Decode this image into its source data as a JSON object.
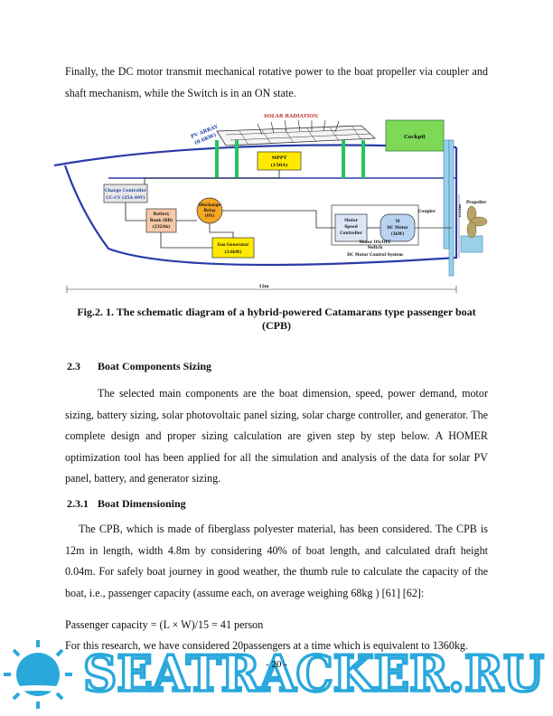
{
  "intro_text": "Finally, the DC motor transmit mechanical rotative power to the boat propeller via coupler and shaft mechanism, while the Switch is in an ON state.",
  "diagram": {
    "solar_radiation": "SOLAR RADIATION",
    "pv_array": [
      "PV ARRAY",
      "(0.6KW)"
    ],
    "cockpit": "Cockpit",
    "mppt": [
      "MPPT",
      "(150A)"
    ],
    "charge_controller": [
      "Charge Controller",
      "CC-CV (25A-49V)"
    ],
    "battery_bank": [
      "Battery",
      "Bank (BB)",
      "(232Ah)"
    ],
    "discharge_relay": [
      "Discharge",
      "Relay",
      "(0V)"
    ],
    "gas_generator": [
      "Gas Generator",
      "(3.6kW)"
    ],
    "motor_speed_controller": [
      "Motor",
      "Speed",
      "Controller"
    ],
    "dc_motor": [
      "M",
      "DC Motor",
      "(3kW)"
    ],
    "coupler": "Coupler",
    "propeller": "Propeller",
    "motor_switch": [
      "Motor ON/OFF",
      "Switch"
    ],
    "dc_motor_control_system": "DC Motor Control System",
    "length": "12m",
    "side_dim": "0.04m"
  },
  "caption": "Fig.2. 1. The schematic diagram of a hybrid-powered Catamarans type passenger boat (CPB)",
  "section_2_3": {
    "number": "2.3",
    "title": "Boat Components Sizing"
  },
  "para_2_3": "The selected main components are the boat dimension, speed, power demand, motor sizing, battery sizing, solar photovoltaic panel sizing, solar charge controller, and generator. The complete design and proper sizing calculation are given step by step below. A HOMER optimization tool has been applied for all the simulation and analysis of the data for solar PV panel, battery, and generator sizing.",
  "section_2_3_1": {
    "number": "2.3.1",
    "title": "Boat Dimensioning"
  },
  "para_2_3_1": "The CPB, which is made of fiberglass polyester material, has been considered. The CPB is 12m in length, width 4.8m by considering 40% of boat length, and calculated draft height 0.04m. For safely boat journey in good weather, the thumb rule to calculate the capacity of the boat, i.e., passenger capacity (assume each, on average weighing 68kg ) [61] [62]:",
  "formula": "Passenger capacity = (L × W)/15 = 41 person",
  "research_line": "For this research, we have considered 20passengers at a time which is equivalent to 1360kg.",
  "page_number": "- 20 -",
  "watermark": {
    "text": "SEATRACKER.RU",
    "color": "#2aa8dc"
  }
}
